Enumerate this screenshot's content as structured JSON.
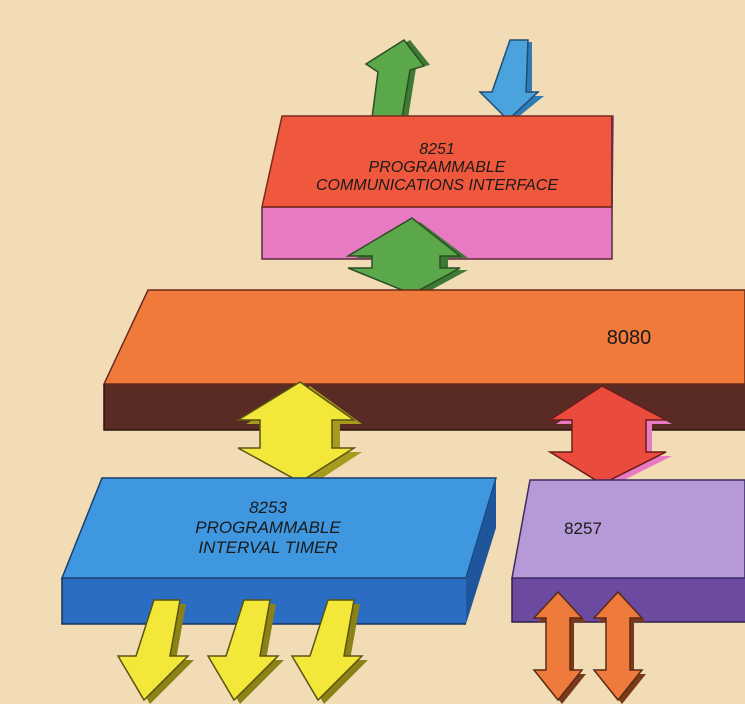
{
  "blocks": {
    "usart": {
      "part": "8251",
      "line1": "PROGRAMMABLE",
      "line2": "COMMUNICATIONS INTERFACE",
      "top_color": "#f0583d",
      "front_color": "#e77ac3"
    },
    "cpu": {
      "part": "8080",
      "top_color": "#f07a3a",
      "front_color": "#5a2a24"
    },
    "timer": {
      "part": "8253",
      "line1": "PROGRAMMABLE",
      "line2": "INTERVAL TIMER",
      "top_color": "#3f97e0",
      "front_color": "#2a6dc2"
    },
    "dma": {
      "part": "8257",
      "top_color": "#b69ad8",
      "front_color": "#6b4aa0"
    }
  },
  "colors": {
    "background": "#f1dcb6",
    "arrow_green": "#5aa84a",
    "arrow_blue": "#4aa3dd",
    "arrow_yellow": "#f3e83a",
    "arrow_red": "#ea4b3c",
    "arrow_orange": "#ee7a3c"
  }
}
